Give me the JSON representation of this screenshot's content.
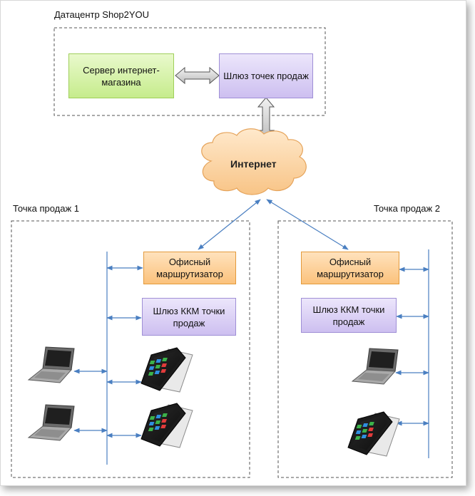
{
  "datacenter": {
    "label": "Датацентр Shop2YOU",
    "server": "Сервер интернет-магазина",
    "gateway": "Шлюз точек продаж"
  },
  "internet": {
    "label": "Интернет"
  },
  "point1": {
    "label": "Точка продаж 1",
    "router": "Офисный маршрутизатор",
    "kkm_gateway": "Шлюз ККМ точки продаж"
  },
  "point2": {
    "label": "Точка продаж 2",
    "router": "Офисный маршрутизатор",
    "kkm_gateway": "Шлюз ККМ точки продаж"
  },
  "colors": {
    "arrow_line": "#4a7fc1",
    "server_fill": "#d9f3b0",
    "gateway_fill": "#dcd3f7",
    "router_fill": "#fdd09a",
    "cloud_fill": "#fcd6a6"
  },
  "icons": [
    "laptop-icon",
    "pos-terminal-icon",
    "cloud-icon",
    "double-arrow-icon"
  ]
}
